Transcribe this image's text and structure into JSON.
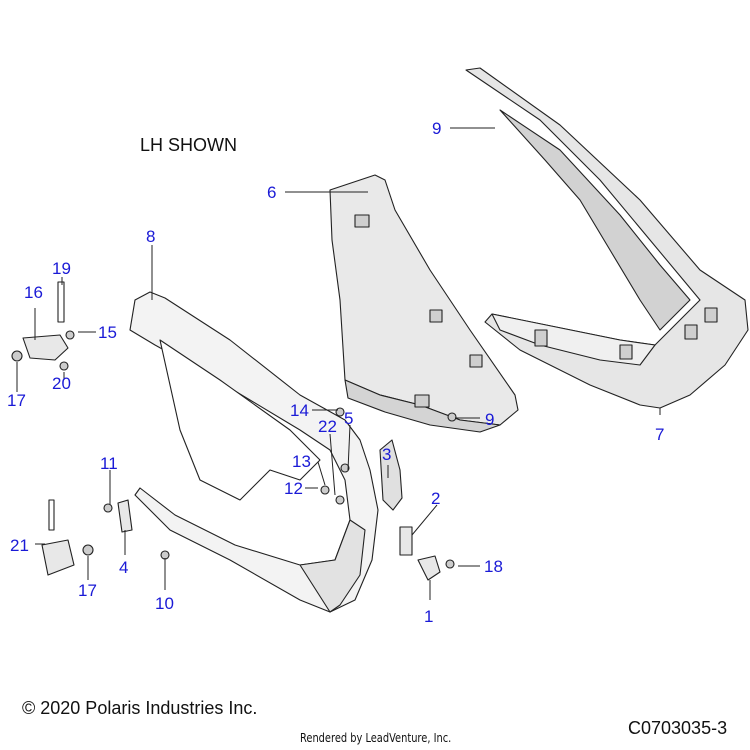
{
  "caption": "LH SHOWN",
  "copyright": "© 2020 Polaris Industries Inc.",
  "rendered_by": "Rendered by LeadVenture, Inc.",
  "diagram_id": "C0703035-3",
  "colors": {
    "callout": "#1a1ad6",
    "line": "#222222",
    "panel_fill": "#eaeaea",
    "panel_shade": "#d6d6d6",
    "frame_fill": "#f2f2f2"
  },
  "callouts": [
    {
      "id": "c1",
      "label": "1"
    },
    {
      "id": "c2",
      "label": "2"
    },
    {
      "id": "c3",
      "label": "3"
    },
    {
      "id": "c4",
      "label": "4"
    },
    {
      "id": "c5",
      "label": "5"
    },
    {
      "id": "c6",
      "label": "6"
    },
    {
      "id": "c7",
      "label": "7"
    },
    {
      "id": "c8",
      "label": "8"
    },
    {
      "id": "c9a",
      "label": "9"
    },
    {
      "id": "c9b",
      "label": "9"
    },
    {
      "id": "c10",
      "label": "10"
    },
    {
      "id": "c11",
      "label": "11"
    },
    {
      "id": "c12",
      "label": "12"
    },
    {
      "id": "c13",
      "label": "13"
    },
    {
      "id": "c14",
      "label": "14"
    },
    {
      "id": "c15",
      "label": "15"
    },
    {
      "id": "c16",
      "label": "16"
    },
    {
      "id": "c17a",
      "label": "17"
    },
    {
      "id": "c17b",
      "label": "17"
    },
    {
      "id": "c18",
      "label": "18"
    },
    {
      "id": "c19",
      "label": "19"
    },
    {
      "id": "c20",
      "label": "20"
    },
    {
      "id": "c21",
      "label": "21"
    },
    {
      "id": "c22",
      "label": "22"
    }
  ]
}
